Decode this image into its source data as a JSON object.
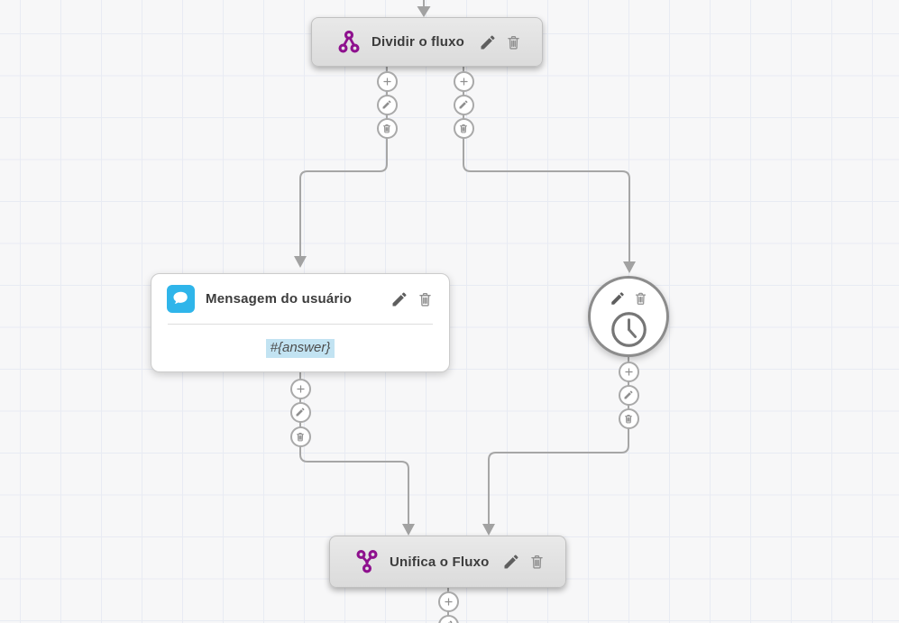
{
  "app": {
    "view": "chatbot-flow-builder-canvas"
  },
  "nodes": {
    "divide": {
      "title": "Dividir o fluxo",
      "icon": "split-flow-icon"
    },
    "user_message": {
      "title": "Mensagem do usuário",
      "content": "#{answer}",
      "icon": "chat-bubble-icon"
    },
    "timer": {
      "icon": "clock-icon"
    },
    "merge": {
      "title": "Unifica o Fluxo",
      "icon": "merge-flow-icon"
    }
  },
  "edge_actions": {
    "add": "plus-icon",
    "edit": "pencil-icon",
    "delete": "trash-icon"
  },
  "colors": {
    "accent_purple": "#8e118e",
    "message_blue": "#2fb5ea",
    "variable_highlight": "#c2e3f2",
    "node_gray": "#e2e2e2",
    "connector_gray": "#a6a6a6",
    "grid_line": "#e8ebf3",
    "canvas_background": "#f7f7f8"
  }
}
